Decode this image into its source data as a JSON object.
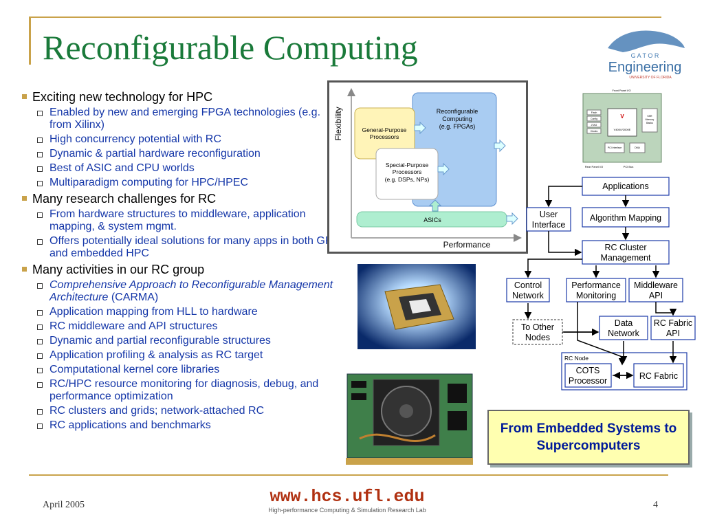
{
  "slide": {
    "title": "Reconfigurable Computing",
    "date": "April 2005",
    "page": "4",
    "url": "www.hcs.ufl.edu",
    "lab": "High-performance Computing & Simulation Research Lab",
    "callout": "From Embedded Systems to Supercomputers"
  },
  "logo": {
    "line1": "G A T O R",
    "line2": "Engineering",
    "line3": "UNIVERSITY OF FLORIDA"
  },
  "bullets": [
    {
      "text": "Exciting new technology for HPC",
      "sub": [
        "Enabled by new and emerging FPGA technologies (e.g. from Xilinx)",
        "High concurrency potential with RC",
        "Dynamic & partial hardware reconfiguration",
        "Best of ASIC and CPU worlds",
        "Multiparadigm computing for HPC/HPEC"
      ]
    },
    {
      "text": "Many research challenges for RC",
      "sub": [
        "From hardware structures to middleware, application mapping, & system mgmt.",
        "Offers potentially ideal solutions for many apps in both GP and embedded HPC"
      ]
    },
    {
      "text": "Many activities in our RC group",
      "sub": [
        {
          "italic": "Comprehensive Approach to Reconfigurable Management Architecture",
          "plain": " (CARMA)"
        },
        "Application mapping from HLL to hardware",
        "RC middleware and API structures",
        "Dynamic and partial reconfigurable structures",
        "Application profiling & analysis as RC target",
        "Computational kernel core libraries",
        "RC/HPC resource monitoring for diagnosis, debug, and performance optimization",
        "RC clusters and grids; network-attached RC",
        "RC applications and benchmarks"
      ]
    }
  ],
  "flexibility_figure": {
    "y_axis": "Flexibility",
    "x_axis": "Performance",
    "rc_line1": "Reconfigurable",
    "rc_line2": "Computing",
    "rc_line3": "(e.g. FPGAs)",
    "gp_line1": "General-Purpose",
    "gp_line2": "Processors",
    "sp_line1": "Special-Purpose",
    "sp_line2": "Processors",
    "sp_line3": "(e.g. DSPs, NPs)",
    "asic": "ASICs"
  },
  "board": {
    "chip_label": "V400/V2000E",
    "top_label": "Front Panel I/O",
    "bottom_label1": "Rear Panel I/O",
    "bottom_label2": "PCI Bus",
    "left_items": [
      "Flash",
      "Config",
      "JTAG",
      "Clocks"
    ],
    "right_items": [
      "SSR",
      "Memory",
      "Banks"
    ],
    "bottom_items": [
      "PCI Interface",
      "DMA"
    ]
  },
  "architecture": {
    "applications": "Applications",
    "user_interface_1": "User",
    "user_interface_2": "Interface",
    "algorithm_mapping": "Algorithm Mapping",
    "rc_cluster_1": "RC Cluster",
    "rc_cluster_2": "Management",
    "control_1": "Control",
    "control_2": "Network",
    "perf_1": "Performance",
    "perf_2": "Monitoring",
    "mw_1": "Middleware",
    "mw_2": "API",
    "other_1": "To Other",
    "other_2": "Nodes",
    "data_1": "Data",
    "data_2": "Network",
    "fabapi_1": "RC Fabric",
    "fabapi_2": "API",
    "rc_node": "RC Node",
    "cots_1": "COTS",
    "cots_2": "Processor",
    "rc_fabric": "RC Fabric"
  },
  "colors": {
    "title": "#1a7a3a",
    "accent_gold": "#c9a24a",
    "sub_bullet": "#1436a8",
    "callout_bg": "#ffffb0",
    "callout_text": "#001a99",
    "url": "#b03010"
  }
}
